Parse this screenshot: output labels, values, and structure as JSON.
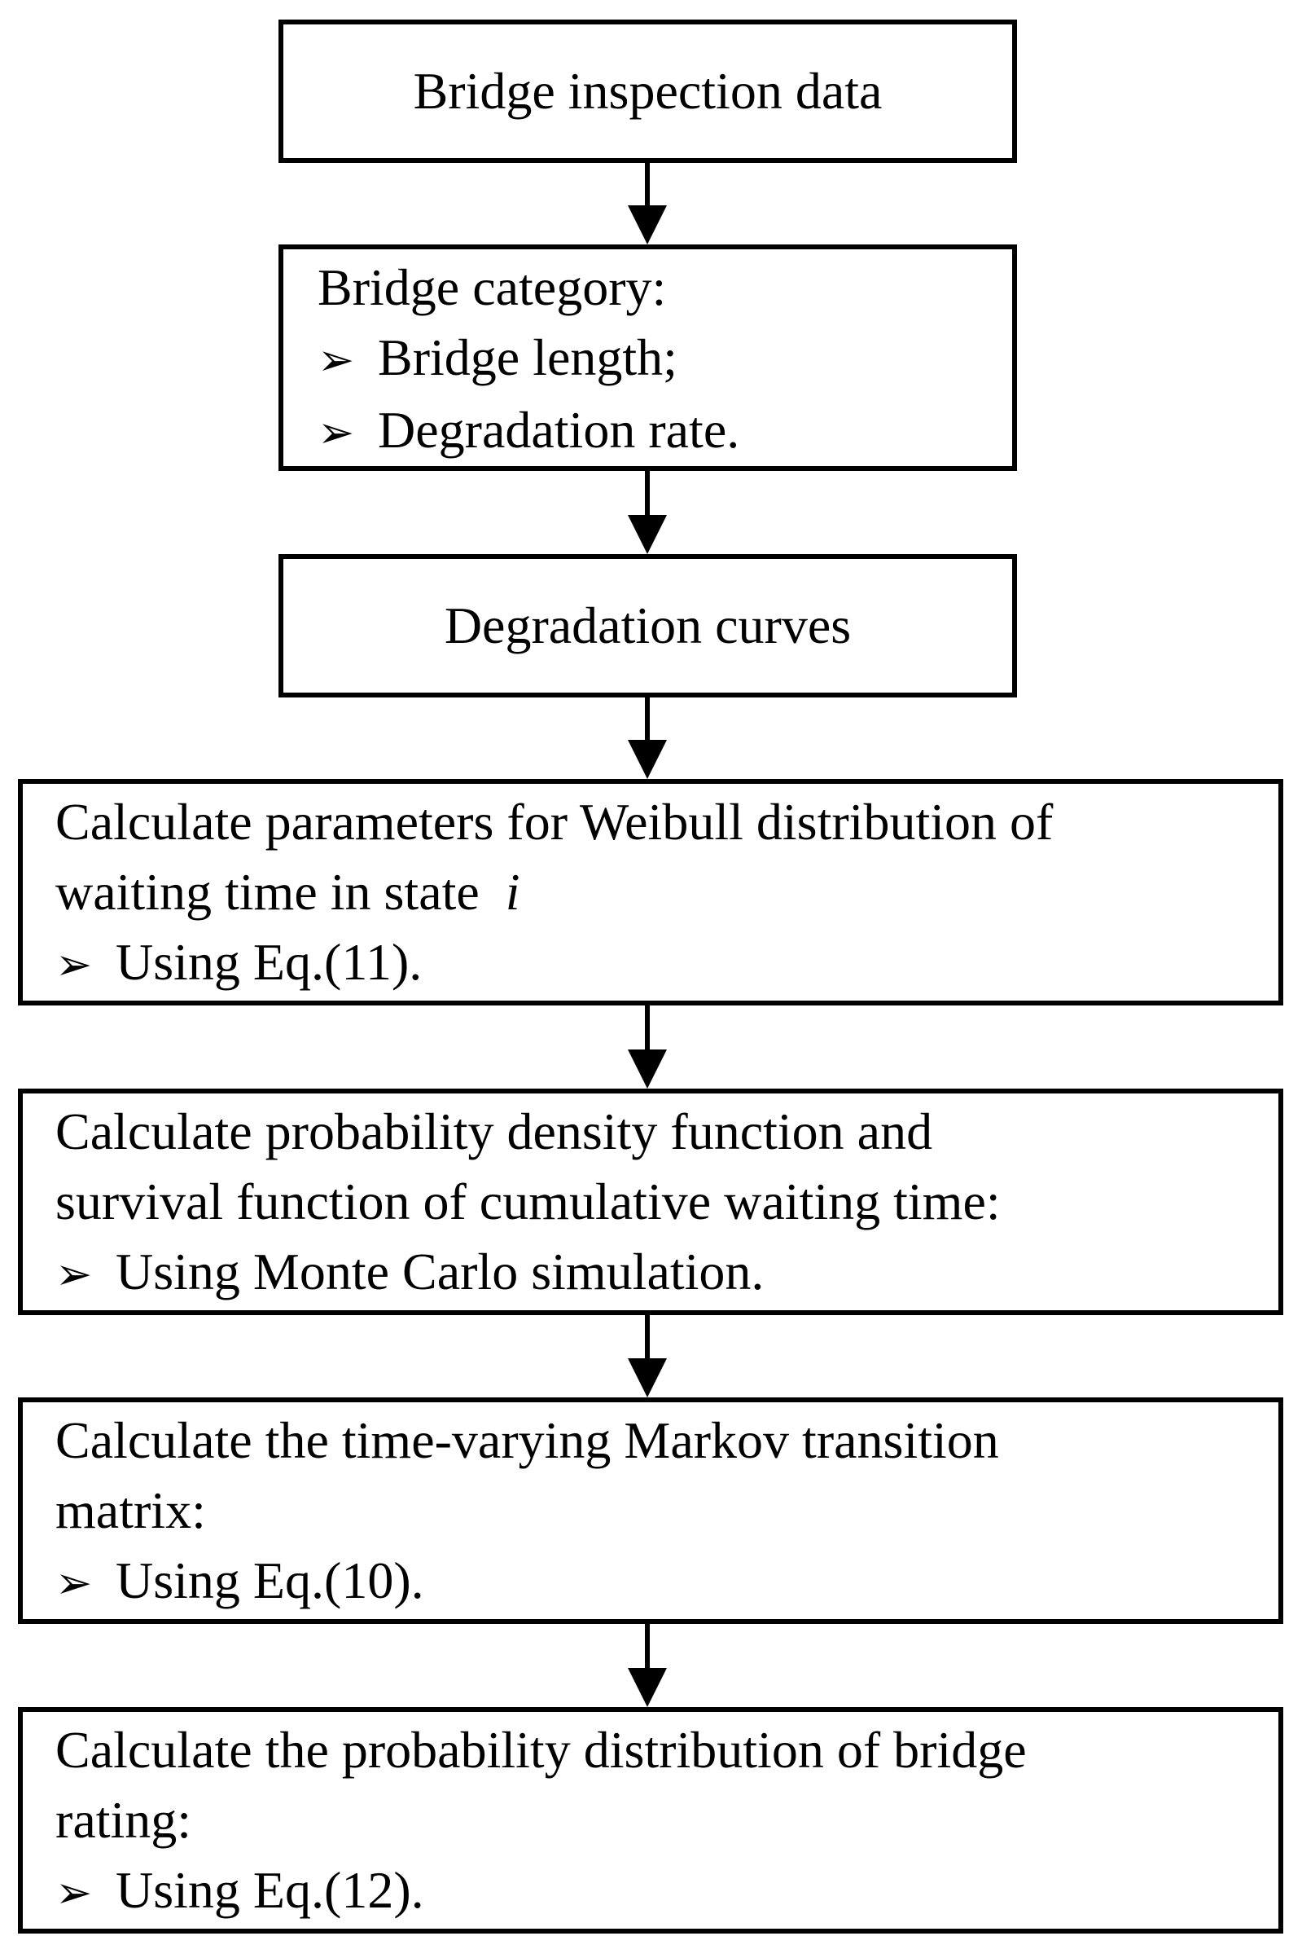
{
  "flowchart": {
    "step1": {
      "title": "Bridge inspection data"
    },
    "step2": {
      "title": "Bridge category:",
      "bullets": [
        "Bridge length;",
        "Degradation rate."
      ]
    },
    "step3": {
      "title": "Degradation curves"
    },
    "step4": {
      "line1": "Calculate parameters for Weibull distribution of",
      "line2": "waiting time in state",
      "line2_var": "i",
      "bullets": [
        "Using Eq.(11)."
      ]
    },
    "step5": {
      "line1": "Calculate probability density function and",
      "line2": "survival function of cumulative waiting time:",
      "bullets": [
        "Using Monte Carlo simulation."
      ]
    },
    "step6": {
      "line1": "Calculate the time-varying Markov transition",
      "line2": "matrix:",
      "bullets": [
        "Using Eq.(10)."
      ]
    },
    "step7": {
      "line1": "Calculate the probability distribution of bridge",
      "line2": "rating:",
      "bullets": [
        "Using Eq.(12)."
      ]
    },
    "bullet_glyph": "➢",
    "colors": {
      "stroke": "#000000",
      "background": "#ffffff"
    }
  }
}
